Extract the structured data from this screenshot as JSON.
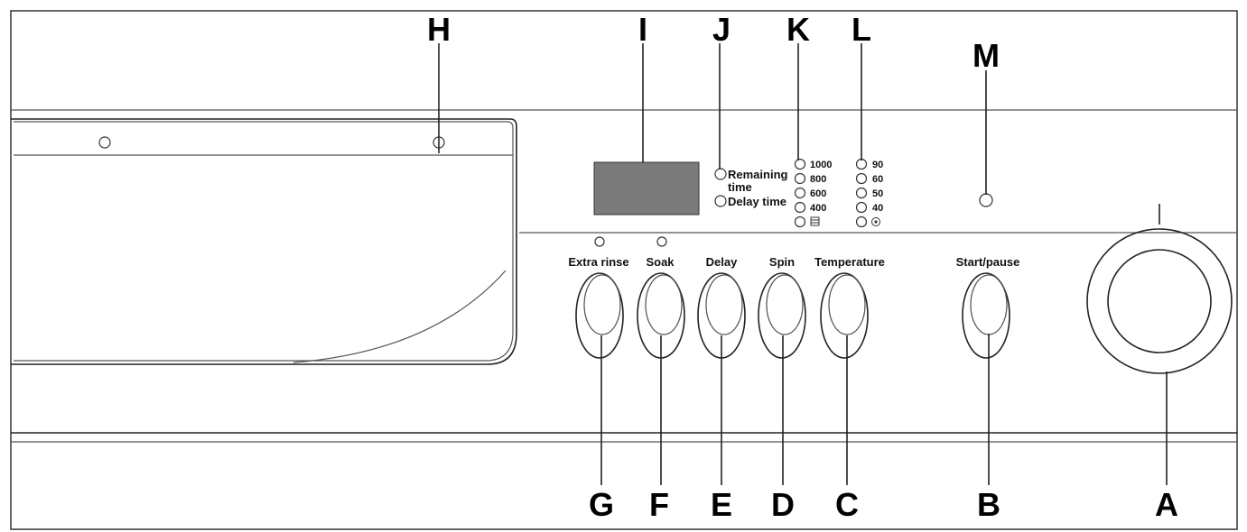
{
  "callouts": {
    "A": "A",
    "B": "B",
    "C": "C",
    "D": "D",
    "E": "E",
    "F": "F",
    "G": "G",
    "H": "H",
    "I": "I",
    "J": "J",
    "K": "K",
    "L": "L",
    "M": "M"
  },
  "buttons": {
    "extra_rinse": "Extra rinse",
    "soak": "Soak",
    "delay": "Delay",
    "spin": "Spin",
    "temperature": "Temperature",
    "start_pause": "Start/pause"
  },
  "time_indicators": {
    "remaining_line1": "Remaining",
    "remaining_line2": "time",
    "delay_time": "Delay time"
  },
  "spin_options": [
    "1000",
    "800",
    "600",
    "400",
    "no-spin-icon"
  ],
  "temperature_options": [
    "90",
    "60",
    "50",
    "40",
    "cold-icon"
  ],
  "colors": {
    "display": "#7a7a7a",
    "line": "#222222"
  }
}
